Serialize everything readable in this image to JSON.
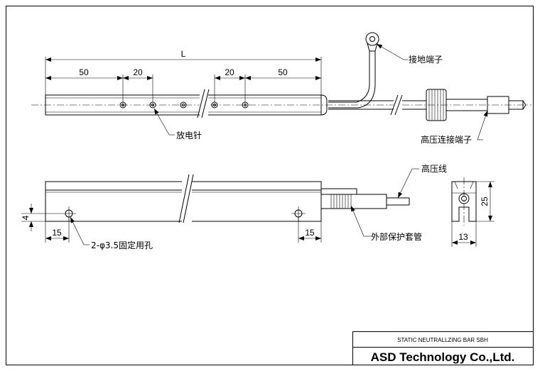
{
  "dimensions": {
    "L": "L",
    "d50_left": "50",
    "d20_left": "20",
    "d20_right": "20",
    "d50_right": "50",
    "d4": "4",
    "d15_left": "15",
    "d15_right": "15",
    "d25": "25",
    "d13": "13"
  },
  "labels": {
    "ground_terminal": "接地端子",
    "discharge_needle": "放电针",
    "hv_connector": "高压连接端子",
    "hv_wire": "高压线",
    "outer_sleeve": "外部保护套管",
    "mount_holes": "2-φ3.5固定用孔"
  },
  "title_block": {
    "product": "STATIC NEUTRALLZING BAR SBH",
    "company": "ASD Technology Co.,Ltd."
  }
}
